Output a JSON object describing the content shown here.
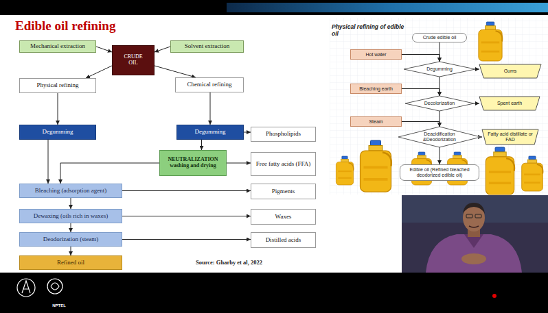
{
  "diagram": {
    "title": "Edible oil refining",
    "nodes": [
      {
        "text": [
          "Mechanical extraction"
        ]
      },
      {
        "text": [
          "CRUDE OIL"
        ]
      },
      {
        "text": [
          "Solvent extraction"
        ]
      },
      {
        "text": [
          "Physical refining"
        ]
      },
      {
        "text": [
          "Chemical refining"
        ]
      },
      {
        "text": [
          "Degumming"
        ]
      },
      {
        "text": [
          "Degumming"
        ]
      },
      {
        "text": [
          "Phospholipids"
        ]
      },
      {
        "text": [
          "NEUTRALIZATION washing and drying"
        ]
      },
      {
        "text": [
          "Free fatty acids (FFA)"
        ]
      },
      {
        "text": [
          "Bleaching (adsorption agent)"
        ]
      },
      {
        "text": [
          "Pigments"
        ]
      },
      {
        "text": [
          "Dewaxing (oils rich in waxes)"
        ]
      },
      {
        "text": [
          "Waxes"
        ]
      },
      {
        "text": [
          "Deodorization (steam)"
        ]
      },
      {
        "text": [
          "Distilled acids"
        ]
      },
      {
        "text": [
          "Refined oil"
        ]
      },
      {
        "text": [
          "Crude edible oil"
        ]
      },
      {
        "text": [
          "Hot water"
        ]
      },
      {
        "text": [
          "Degumming"
        ]
      },
      {
        "text": [
          "Gums"
        ]
      },
      {
        "text": [
          "Bleaching earth"
        ]
      },
      {
        "text": [
          "Decolorization"
        ]
      },
      {
        "text": [
          "Spent earth"
        ]
      },
      {
        "text": [
          "Steam"
        ]
      },
      {
        "text": [
          "Deacidification &Deodorization"
        ]
      },
      {
        "text": [
          "Fatty acid distillate or FAD"
        ]
      },
      {
        "text": [
          "Edible oil (Refined bleached deodorized edible oil)"
        ]
      }
    ],
    "edges": [
      {
        "from": 0,
        "to": 1,
        "arrow": "to"
      },
      {
        "from": 2,
        "to": 1,
        "arrow": "to"
      },
      {
        "from": 1,
        "to": 3,
        "arrow": "to"
      },
      {
        "from": 1,
        "to": 4,
        "arrow": "to"
      },
      {
        "from": 3,
        "to": 5,
        "arrow": "to"
      },
      {
        "from": 4,
        "to": 6,
        "arrow": "to"
      },
      {
        "from": 6,
        "to": 7,
        "arrow": "to"
      },
      {
        "from": 6,
        "to": 8,
        "arrow": "to"
      },
      {
        "from": 8,
        "to": 9,
        "arrow": "to"
      },
      {
        "from": 5,
        "to": 10,
        "arrow": "to"
      },
      {
        "from": 8,
        "to": 10,
        "arrow": "to"
      },
      {
        "from": 10,
        "to": 11,
        "arrow": "to"
      },
      {
        "from": 10,
        "to": 12,
        "arrow": "to"
      },
      {
        "from": 12,
        "to": 13,
        "arrow": "to"
      },
      {
        "from": 12,
        "to": 14,
        "arrow": "to"
      },
      {
        "from": 14,
        "to": 15,
        "arrow": "to"
      },
      {
        "from": 14,
        "to": 16,
        "arrow": "to"
      },
      {
        "from": 17,
        "to": 19,
        "arrow": "to"
      },
      {
        "from": 18,
        "to": 19,
        "arrow": "to"
      },
      {
        "from": 19,
        "to": 20,
        "arrow": "to"
      },
      {
        "from": 19,
        "to": 22,
        "arrow": "to"
      },
      {
        "from": 21,
        "to": 22,
        "arrow": "to"
      },
      {
        "from": 22,
        "to": 23,
        "arrow": "to"
      },
      {
        "from": 22,
        "to": 25,
        "arrow": "to"
      },
      {
        "from": 24,
        "to": 25,
        "arrow": "to"
      },
      {
        "from": 25,
        "to": 26,
        "arrow": "to"
      },
      {
        "from": 25,
        "to": 27,
        "arrow": "to"
      }
    ],
    "labels": [
      "Physical refining of edible oil",
      "Source: Gharby et al, 2022",
      "NPTEL"
    ]
  }
}
